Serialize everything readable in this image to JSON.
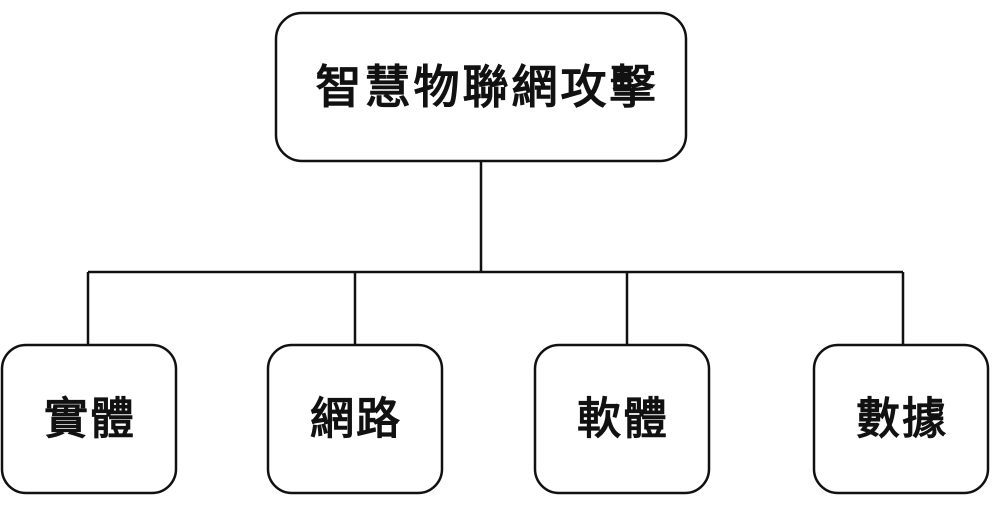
{
  "diagram": {
    "root": {
      "label": "智慧物聯網攻擊"
    },
    "children": [
      {
        "label": "實體"
      },
      {
        "label": "網路"
      },
      {
        "label": "軟體"
      },
      {
        "label": "數據"
      }
    ]
  }
}
